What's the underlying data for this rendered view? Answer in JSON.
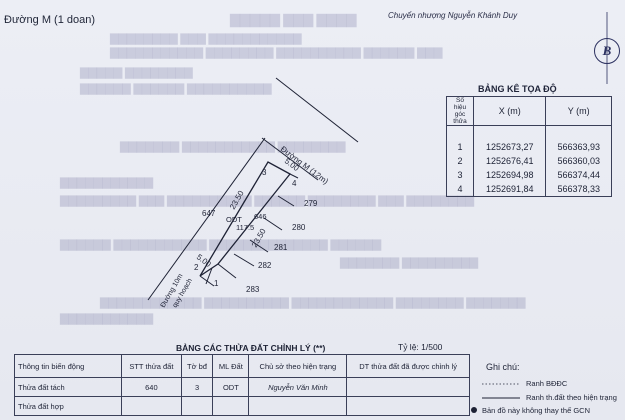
{
  "header": {
    "street_label": "Đường M (1 doan)",
    "transfer_text": "Chuyển nhượng Nguyễn Khánh Duy",
    "logo_letter": "B"
  },
  "map": {
    "road_top_label": "Đường M (12m)",
    "road_left_label_1": "Đường 10m",
    "road_left_label_2": "quy hoạch",
    "edge_top": "5.00",
    "edge_bottom": "5.00",
    "edge_left": "23.50",
    "edge_right": "23.50",
    "corners": [
      "1",
      "2",
      "3",
      "4"
    ],
    "main_parcel": {
      "number": "646",
      "land_type": "ODT",
      "area": "117.5"
    },
    "neighbors": [
      "647",
      "279",
      "280",
      "281",
      "282",
      "283"
    ]
  },
  "coordinates": {
    "title": "BẢNG KÊ TỌA ĐỘ",
    "col_point": "Số hiệu góc thửa",
    "col_x": "X (m)",
    "col_y": "Y (m)",
    "rows": [
      {
        "point": "1",
        "x": "1252673,27",
        "y": "566363,93"
      },
      {
        "point": "2",
        "x": "1252676,41",
        "y": "566360,03"
      },
      {
        "point": "3",
        "x": "1252694,98",
        "y": "566374,44"
      },
      {
        "point": "4",
        "x": "1252691,84",
        "y": "566378,33"
      }
    ]
  },
  "parcel_table": {
    "title": "BẢNG CÁC THỬA ĐẤT CHỈNH LÝ (**)",
    "scale": "Tỷ lệ: 1/500",
    "headers": [
      "Thông tin biến động",
      "STT thửa đất",
      "Tờ bđ",
      "ML Đất",
      "Chủ sở theo hiện trạng",
      "DT thửa đất đã được chỉnh lý"
    ],
    "rows": [
      [
        "Thửa đất tách",
        "640",
        "3",
        "ODT",
        "Nguyễn Văn Minh",
        ""
      ],
      [
        "Thửa đất hợp",
        "",
        "",
        "",
        "",
        ""
      ]
    ]
  },
  "notes": {
    "title": "Ghi chú:",
    "items": [
      "Ranh BĐĐC",
      "Ranh th.đất theo hiện trạng",
      "Bản đồ này không thay thế GCN"
    ]
  }
}
